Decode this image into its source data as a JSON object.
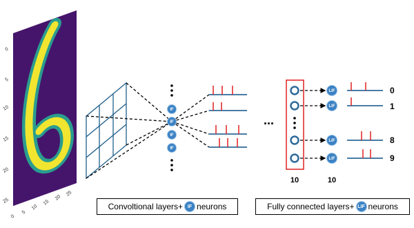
{
  "input_image": {
    "y_ticks": [
      "0",
      "5",
      "10",
      "15",
      "20",
      "25"
    ],
    "x_ticks": [
      "0",
      "5",
      "10",
      "15",
      "20",
      "25"
    ],
    "colors": {
      "background": "#45156b",
      "stroke_mid": "#2a9d8f",
      "stroke_high": "#f2e52f"
    }
  },
  "conv_neuron_label": "IF",
  "fc_neuron_label": "LIF",
  "ellipsis": "...",
  "fc_layer": {
    "input_count": "10",
    "output_count": "10",
    "outputs": [
      "0",
      "1",
      "8",
      "9"
    ]
  },
  "captions": {
    "conv_prefix": "Convoltional layers+",
    "conv_suffix": "neurons",
    "fc_prefix": "Fully connected layers+",
    "fc_suffix": "neurons"
  },
  "colors": {
    "neuron": "#3b82c4",
    "spike": "#e02020",
    "train": "#2e6a99",
    "grid": "#1f5f8b",
    "fc_box": "#e02020"
  }
}
